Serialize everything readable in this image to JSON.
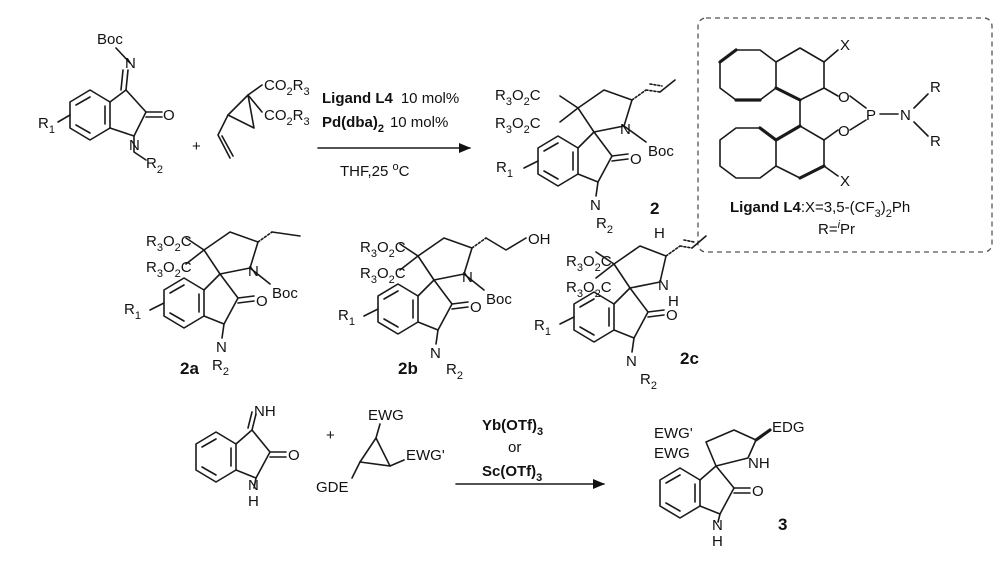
{
  "reaction1": {
    "boc_label": "Boc",
    "n_label": "N",
    "o_label": "O",
    "r1_label": "R",
    "r1_sub": "1",
    "n1_label": "N",
    "r2_label": "R",
    "r2_sub": "2",
    "plus": "+",
    "cp_ester_a": "CO",
    "cp_ester_a_sub": "2",
    "cp_ester_a_r": "R",
    "cp_ester_a_r_sub": "3",
    "cp_ester_b": "CO",
    "cp_ester_b_sub": "2",
    "cp_ester_b_r": "R",
    "cp_ester_b_r_sub": "3",
    "cond_ligand": "Ligand L4",
    "cond_ligand_loading": "10 mol%",
    "cond_cat": "Pd(dba)",
    "cond_cat_sub": "2",
    "cond_cat_loading": "10 mol%",
    "cond_solvent_temp": "THF,25 ",
    "cond_deg": "o",
    "cond_unit": "C",
    "product_label": "2"
  },
  "ligand_box": {
    "x_top": "X",
    "x_bottom": "X",
    "o_top": "O",
    "o_bottom": "O",
    "p_label": "P",
    "n_label": "N",
    "r_top": "R",
    "r_bottom": "R",
    "caption_bold": "Ligand L4",
    "caption_rest": ":X=3,5-(CF",
    "caption_sub": "3",
    "caption_end": ")",
    "caption_sub2": "2",
    "caption_ph": "Ph",
    "r_def": "R=",
    "r_def_sup": "i",
    "r_def_end": "Pr"
  },
  "compounds": {
    "c2a": "2a",
    "c2b": "2b",
    "c2c": "2c",
    "oh_label": "OH",
    "nh_h": "H",
    "boc": "Boc",
    "ester_r3o2c": "R",
    "ester_sub3": "3",
    "ester_o2c": "O",
    "ester_sub2": "2",
    "ester_c": "C"
  },
  "reaction2": {
    "nh_label": "NH",
    "o_label": "O",
    "n_label": "N",
    "h_label": "H",
    "plus": "+",
    "ewg": "EWG",
    "ewg_prime": "EWG'",
    "gde": "GDE",
    "cat_a": "Yb(OTf)",
    "cat_a_sub": "3",
    "or": "or",
    "cat_b": "Sc(OTf)",
    "cat_b_sub": "3",
    "prod_ewg_prime": "EWG'",
    "prod_ewg": "EWG",
    "prod_edg": "EDG",
    "prod_nh": "NH",
    "prod_o": "O",
    "prod_n": "N",
    "prod_h": "H",
    "product_label": "3"
  }
}
